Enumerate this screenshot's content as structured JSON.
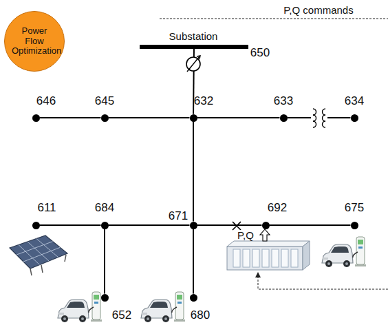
{
  "diagram": {
    "nodes": [
      {
        "text": [
          "Power Flow Optimization"
        ]
      },
      {
        "text": [
          "Substation",
          "650"
        ]
      },
      {
        "text": [
          "646"
        ]
      },
      {
        "text": [
          "645"
        ]
      },
      {
        "text": [
          "632"
        ]
      },
      {
        "text": [
          "633"
        ]
      },
      {
        "text": [
          "634"
        ]
      },
      {
        "text": [
          "611"
        ]
      },
      {
        "text": [
          "684"
        ]
      },
      {
        "text": [
          "671"
        ]
      },
      {
        "text": [
          "692"
        ]
      },
      {
        "text": [
          "675"
        ]
      },
      {
        "text": [
          "652"
        ]
      },
      {
        "text": [
          "680"
        ]
      }
    ],
    "edges": [
      {
        "from": 1,
        "to": 4,
        "arrow": "none"
      },
      {
        "from": 4,
        "to": 3,
        "arrow": "none"
      },
      {
        "from": 3,
        "to": 2,
        "arrow": "none"
      },
      {
        "from": 4,
        "to": 5,
        "arrow": "none"
      },
      {
        "from": 5,
        "to": 6,
        "arrow": "none"
      },
      {
        "from": 4,
        "to": 9,
        "arrow": "none"
      },
      {
        "from": 9,
        "to": 8,
        "arrow": "none"
      },
      {
        "from": 8,
        "to": 7,
        "arrow": "none"
      },
      {
        "from": 8,
        "to": 12,
        "arrow": "none"
      },
      {
        "from": 9,
        "to": 13,
        "arrow": "none"
      },
      {
        "from": 9,
        "to": 10,
        "arrow": "none"
      },
      {
        "from": 10,
        "to": 11,
        "arrow": "none"
      }
    ],
    "labels": [
      "P,Q commands",
      "P,Q"
    ]
  }
}
